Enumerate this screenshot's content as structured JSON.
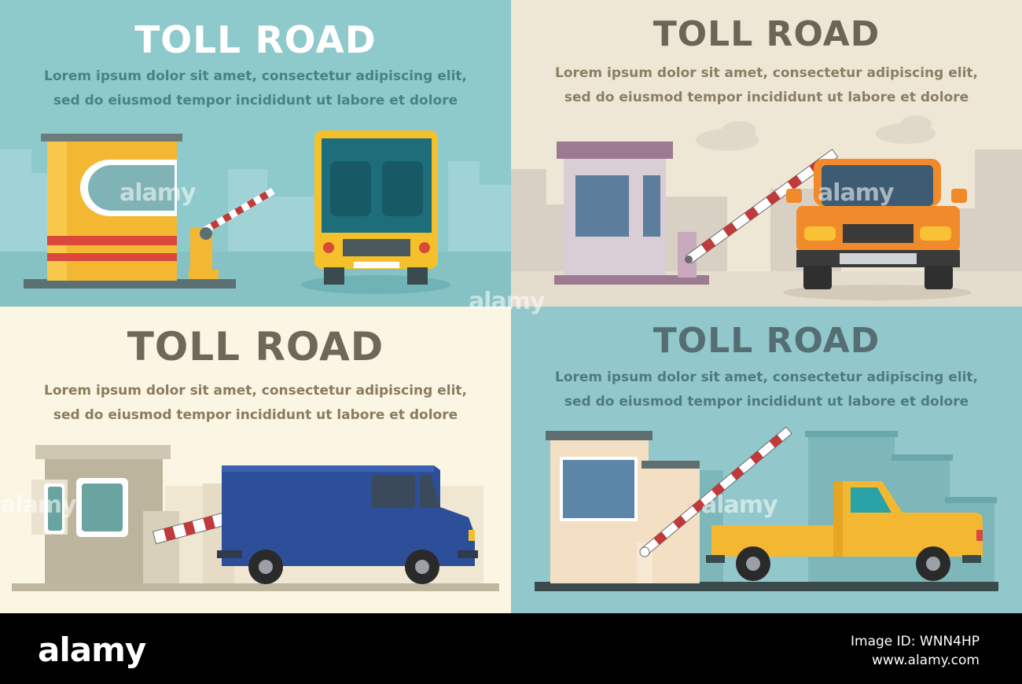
{
  "panels": [
    {
      "title": "TOLL ROAD",
      "line1": "Lorem ipsum dolor sit amet, consectetur adipiscing elit,",
      "line2": "sed do eiusmod tempor incididunt ut labore et dolore",
      "vehicle": "bus",
      "colors": {
        "background": "#8ec9cb",
        "booth": "#f4b731",
        "vehicle": "#f4c12a"
      }
    },
    {
      "title": "TOLL ROAD",
      "line1": "Lorem ipsum dolor sit amet, consectetur adipiscing elit,",
      "line2": "sed do eiusmod tempor incididunt ut labore et dolore",
      "vehicle": "car",
      "colors": {
        "background": "#efe7d6",
        "booth": "#d9cdd6",
        "vehicle": "#f08a2a"
      }
    },
    {
      "title": "TOLL ROAD",
      "line1": "Lorem ipsum dolor sit amet, consectetur adipiscing elit,",
      "line2": "sed do eiusmod tempor incididunt ut labore et dolore",
      "vehicle": "van",
      "colors": {
        "background": "#fbf5e3",
        "booth": "#cfc7b2",
        "vehicle": "#2d4f9a"
      }
    },
    {
      "title": "TOLL ROAD",
      "line1": "Lorem ipsum dolor sit amet, consectetur adipiscing elit,",
      "line2": "sed do eiusmod tempor incididunt ut labore et dolore",
      "vehicle": "pickup-truck",
      "colors": {
        "background": "#92c8cb",
        "booth": "#f3dfc3",
        "vehicle": "#f4b731"
      }
    }
  ],
  "watermark": "alamy",
  "footer": {
    "brand": "alamy",
    "image_id": "Image ID: WNN4HP",
    "site": "www.alamy.com"
  }
}
